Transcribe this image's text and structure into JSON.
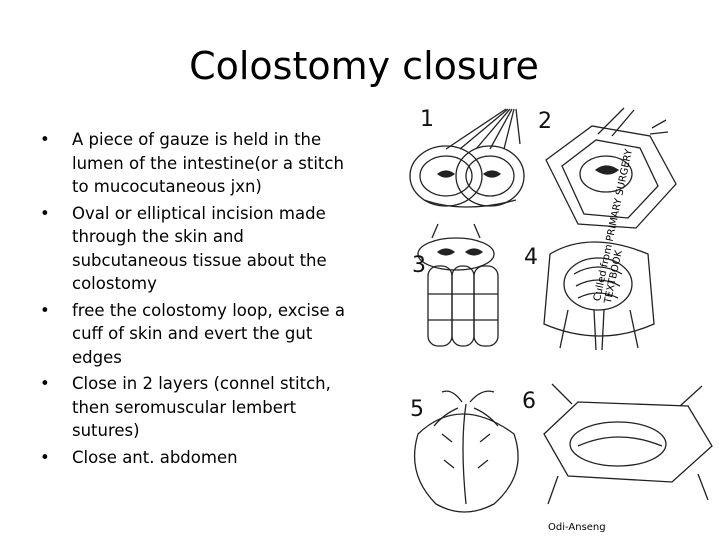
{
  "slide": {
    "title": "Colostomy closure",
    "bullets": [
      {
        "marker": "•",
        "text": "A piece of gauze is held in the lumen of the intestine(or a stitch to mucocutaneous jxn)"
      },
      {
        "marker": "•",
        "text": "Oval or elliptical incision made through the skin and subcutaneous tissue about the colostomy"
      },
      {
        "marker": "•",
        "text": "free the colostomy loop, excise a cuff of skin and evert the gut edges"
      },
      {
        "marker": "•",
        "text": "Close in 2 layers (connel stitch, then seromuscular lembert sutures)"
      },
      {
        "marker": "•",
        "text": "Close ant. abdomen"
      }
    ]
  },
  "figure": {
    "step_labels": [
      "1",
      "2",
      "3",
      "4",
      "5",
      "6"
    ],
    "side_credit": "Culled from PRIMARY SURGERY TEXTBOOK",
    "credit": "Odi-Anseng"
  }
}
